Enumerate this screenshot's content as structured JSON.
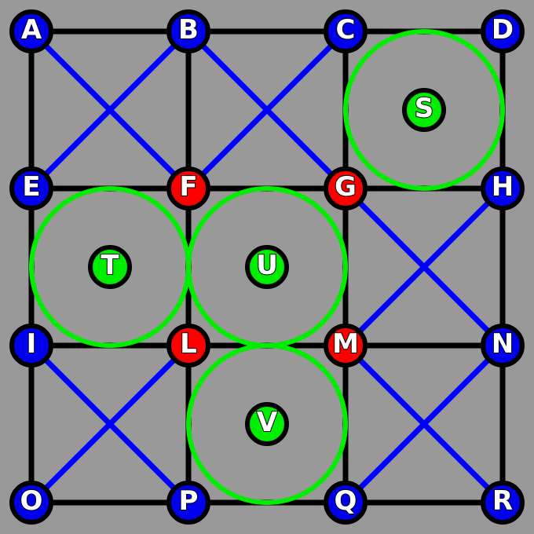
{
  "colors": {
    "background": "#999999",
    "grid_edge": "#000000",
    "diagonal_edge": "#0000ff",
    "circle_ring": "#00ee00",
    "node_blue": "#0000ee",
    "node_red": "#ff0000",
    "node_green": "#00ee00",
    "node_outline": "#000000"
  },
  "nodes": [
    {
      "id": "A",
      "label": "A",
      "color": "blue"
    },
    {
      "id": "B",
      "label": "B",
      "color": "blue"
    },
    {
      "id": "C",
      "label": "C",
      "color": "blue"
    },
    {
      "id": "D",
      "label": "D",
      "color": "blue"
    },
    {
      "id": "E",
      "label": "E",
      "color": "blue"
    },
    {
      "id": "F",
      "label": "F",
      "color": "red"
    },
    {
      "id": "G",
      "label": "G",
      "color": "red"
    },
    {
      "id": "H",
      "label": "H",
      "color": "blue"
    },
    {
      "id": "I",
      "label": "I",
      "color": "blue"
    },
    {
      "id": "L",
      "label": "L",
      "color": "red"
    },
    {
      "id": "M",
      "label": "M",
      "color": "red"
    },
    {
      "id": "N",
      "label": "N",
      "color": "blue"
    },
    {
      "id": "O",
      "label": "O",
      "color": "blue"
    },
    {
      "id": "P",
      "label": "P",
      "color": "blue"
    },
    {
      "id": "Q",
      "label": "Q",
      "color": "blue"
    },
    {
      "id": "R",
      "label": "R",
      "color": "blue"
    },
    {
      "id": "S",
      "label": "S",
      "color": "green"
    },
    {
      "id": "T",
      "label": "T",
      "color": "green"
    },
    {
      "id": "U",
      "label": "U",
      "color": "green"
    },
    {
      "id": "V",
      "label": "V",
      "color": "green"
    }
  ],
  "grid_edges": [
    [
      "A",
      "B"
    ],
    [
      "B",
      "C"
    ],
    [
      "C",
      "D"
    ],
    [
      "E",
      "F"
    ],
    [
      "F",
      "G"
    ],
    [
      "G",
      "H"
    ],
    [
      "I",
      "L"
    ],
    [
      "L",
      "M"
    ],
    [
      "M",
      "N"
    ],
    [
      "O",
      "P"
    ],
    [
      "P",
      "Q"
    ],
    [
      "Q",
      "R"
    ],
    [
      "A",
      "E"
    ],
    [
      "E",
      "I"
    ],
    [
      "I",
      "O"
    ],
    [
      "B",
      "F"
    ],
    [
      "F",
      "L"
    ],
    [
      "L",
      "P"
    ],
    [
      "C",
      "G"
    ],
    [
      "G",
      "M"
    ],
    [
      "M",
      "Q"
    ],
    [
      "D",
      "H"
    ],
    [
      "H",
      "N"
    ],
    [
      "N",
      "R"
    ]
  ],
  "diagonal_edges": [
    [
      "A",
      "F"
    ],
    [
      "B",
      "E"
    ],
    [
      "B",
      "G"
    ],
    [
      "C",
      "F"
    ],
    [
      "G",
      "N"
    ],
    [
      "H",
      "M"
    ],
    [
      "I",
      "P"
    ],
    [
      "L",
      "O"
    ],
    [
      "M",
      "R"
    ],
    [
      "N",
      "Q"
    ]
  ],
  "circles": [
    {
      "center": "S"
    },
    {
      "center": "T"
    },
    {
      "center": "U"
    },
    {
      "center": "V"
    }
  ]
}
